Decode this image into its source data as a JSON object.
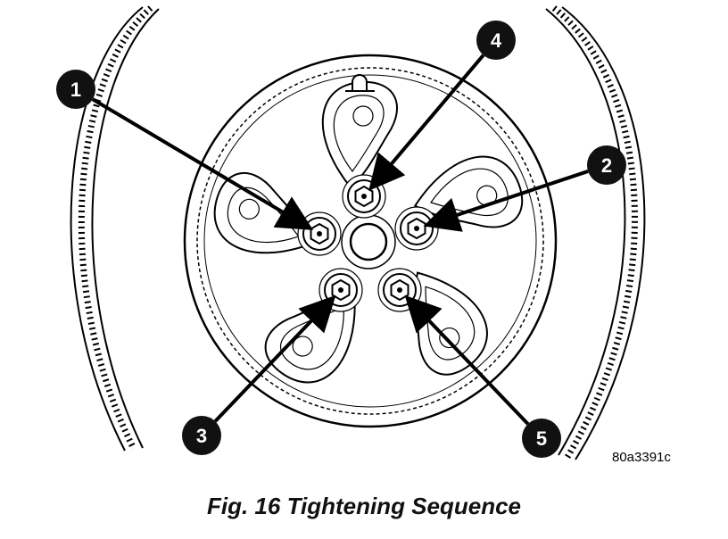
{
  "callouts": [
    {
      "label": "1",
      "target": "lug-nut-left"
    },
    {
      "label": "2",
      "target": "lug-nut-right"
    },
    {
      "label": "3",
      "target": "lug-nut-lower-left"
    },
    {
      "label": "4",
      "target": "lug-nut-top"
    },
    {
      "label": "5",
      "target": "lug-nut-lower-right"
    }
  ],
  "reference_code": "80a3391c",
  "caption": "Fig. 16 Tightening Sequence"
}
